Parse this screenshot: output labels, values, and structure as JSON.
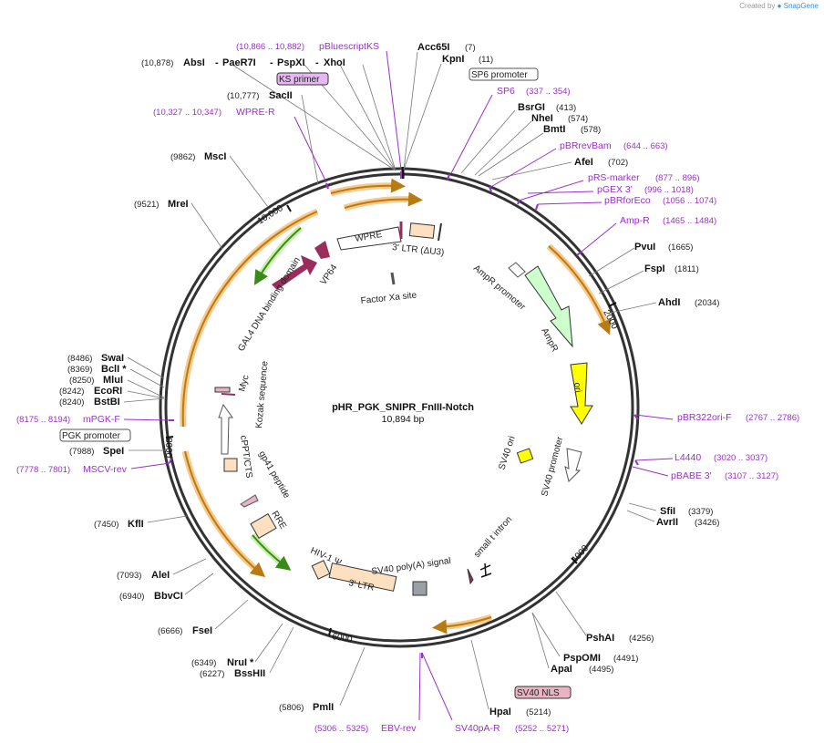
{
  "credit": {
    "prefix": "Created by",
    "brand": "SnapGene"
  },
  "plasmid": {
    "name": "pHR_PGK_SNIPR_FnIII-Notch",
    "size_label": "10,894 bp"
  },
  "ticks": [
    "2000",
    "4000",
    "6000",
    "8000",
    "10,000"
  ],
  "enzymes": [
    {
      "name": "Acc65I",
      "pos": "(7)"
    },
    {
      "name": "KpnI",
      "pos": "(11)"
    },
    {
      "name": "BsrGI",
      "pos": "(413)"
    },
    {
      "name": "NheI",
      "pos": "(574)"
    },
    {
      "name": "BmtI",
      "pos": "(578)"
    },
    {
      "name": "AfeI",
      "pos": "(702)"
    },
    {
      "name": "PvuI",
      "pos": "(1665)"
    },
    {
      "name": "FspI",
      "pos": "(1811)"
    },
    {
      "name": "AhdI",
      "pos": "(2034)"
    },
    {
      "name": "SfiI",
      "pos": "(3379)"
    },
    {
      "name": "AvrII",
      "pos": "(3426)"
    },
    {
      "name": "PshAI",
      "pos": "(4256)"
    },
    {
      "name": "PspOMI",
      "pos": "(4491)"
    },
    {
      "name": "ApaI",
      "pos": "(4495)"
    },
    {
      "name": "HpaI",
      "pos": "(5214)"
    },
    {
      "name": "PmlI",
      "pos": "(5806)"
    },
    {
      "name": "BssHII",
      "pos": "(6227)"
    },
    {
      "name": "NruI *",
      "pos": "(6349)"
    },
    {
      "name": "FseI",
      "pos": "(6666)"
    },
    {
      "name": "BbvCI",
      "pos": "(6940)"
    },
    {
      "name": "AleI",
      "pos": "(7093)"
    },
    {
      "name": "KflI",
      "pos": "(7450)"
    },
    {
      "name": "SpeI",
      "pos": "(7988)"
    },
    {
      "name": "BstBI",
      "pos": "(8240)"
    },
    {
      "name": "EcoRI",
      "pos": "(8242)"
    },
    {
      "name": "MluI",
      "pos": "(8250)"
    },
    {
      "name": "BclI *",
      "pos": "(8369)"
    },
    {
      "name": "SwaI",
      "pos": "(8486)"
    },
    {
      "name": "MreI",
      "pos": "(9521)"
    },
    {
      "name": "MscI",
      "pos": "(9862)"
    },
    {
      "name": "SacII",
      "pos": "(10,777)"
    },
    {
      "name": "AbsI",
      "pos": "(10,878)"
    },
    {
      "name": "PaeR7I",
      "pos": ""
    },
    {
      "name": "PspXI",
      "pos": ""
    },
    {
      "name": "XhoI",
      "pos": ""
    }
  ],
  "primers": [
    {
      "name": "pBluescriptKS",
      "pos": "(10,866 .. 10,882)"
    },
    {
      "name": "WPRE-R",
      "pos": "(10,327 .. 10,347)"
    },
    {
      "name": "SP6",
      "pos": "(337 .. 354)"
    },
    {
      "name": "pBRrevBam",
      "pos": "(644 .. 663)"
    },
    {
      "name": "pRS-marker",
      "pos": "(877 .. 896)"
    },
    {
      "name": "pGEX 3'",
      "pos": "(996 .. 1018)"
    },
    {
      "name": "pBRforEco",
      "pos": "(1056 .. 1074)"
    },
    {
      "name": "Amp-R",
      "pos": "(1465 .. 1484)"
    },
    {
      "name": "pBR322ori-F",
      "pos": "(2767 .. 2786)"
    },
    {
      "name": "L4440",
      "pos": "(3020 .. 3037)"
    },
    {
      "name": "pBABE 3'",
      "pos": "(3107 .. 3127)"
    },
    {
      "name": "SV40pA-R",
      "pos": "(5252 .. 5271)"
    },
    {
      "name": "EBV-rev",
      "pos": "(5306 .. 5325)"
    },
    {
      "name": "MSCV-rev",
      "pos": "(7778 .. 7801)"
    },
    {
      "name": "mPGK-F",
      "pos": "(8175 .. 8194)"
    }
  ],
  "boxed_features": [
    {
      "label": "KS primer",
      "color": "#e4b8f0"
    },
    {
      "label": "SP6 promoter",
      "color": "#ffffff"
    },
    {
      "label": "PGK promoter",
      "color": "#ffffff"
    },
    {
      "label": "SV40 NLS",
      "color": "#e8b4c4"
    }
  ],
  "inner_features": [
    "WPRE",
    "3' LTR (ΔU3)",
    "Factor Xa site",
    "VP64",
    "GAL4 DNA binding domain",
    "Myc",
    "Kozak sequence",
    "cPPT/CTS",
    "gp41 peptide",
    "RRE",
    "HIV-1 Ψ",
    "3' LTR",
    "SV40 poly(A) signal",
    "small t intron",
    "SV40 promoter",
    "SV40 ori",
    "ori",
    "AmpR",
    "AmpR promoter"
  ],
  "colors": {
    "backbone": "#333333",
    "orange_arc": "#f7c98a",
    "orange_arrow": "#b87a12",
    "green_arc": "#c9f0a8",
    "green_arrow": "#3a8a1a",
    "primer": "#9a2fc9",
    "ori": "#ffff00",
    "ampr": "#ccffcc",
    "ltr": "#fde0c0",
    "vp64": "#9b2d5c"
  }
}
